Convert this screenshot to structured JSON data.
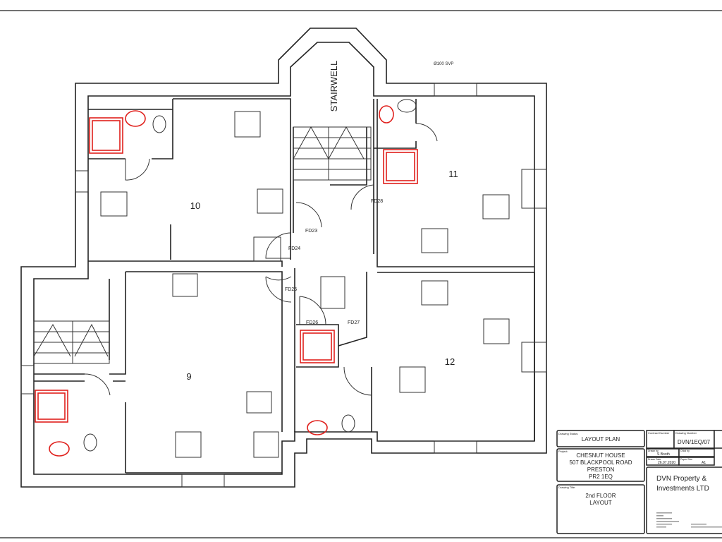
{
  "plan": {
    "rooms": [
      {
        "label": "10"
      },
      {
        "label": "11"
      },
      {
        "label": "9"
      },
      {
        "label": "12"
      }
    ],
    "stairwell": "STAIRWELL",
    "svp": "Ø100 SVP",
    "doors": [
      "FD23",
      "FD24",
      "FD25",
      "FD26",
      "FD27",
      "FD28"
    ]
  },
  "title_block": {
    "drawing_status_label": "Drawing Status:",
    "drawing_status": "LAYOUT PLAN",
    "project_label": "Project:",
    "project_lines": [
      "CHESNUT HOUSE",
      "507 BLACKPOOL ROAD",
      "PRESTON",
      "PR2 1EQ"
    ],
    "drawing_title_label": "Drawing Title:",
    "drawing_title_lines": [
      "2nd FLOOR",
      "LAYOUT"
    ],
    "contract_number_label": "Contract Number",
    "drawing_number_label": "Drawing Number",
    "drawing_number": "DVN/1EQ/07",
    "drawn_by_label": "Drawn by",
    "drawn_by": "S Booth",
    "checked_by_label": "Chkd by",
    "drawn_date_label": "Drawn Date",
    "drawn_date": "26.07.2020",
    "paper_size_label": "Paper Size",
    "paper_size": "A1",
    "company_lines": [
      "DVN Property &",
      "Investments LTD"
    ]
  },
  "colors": {
    "sanitary": "#e0201c",
    "wall": "#222222"
  }
}
